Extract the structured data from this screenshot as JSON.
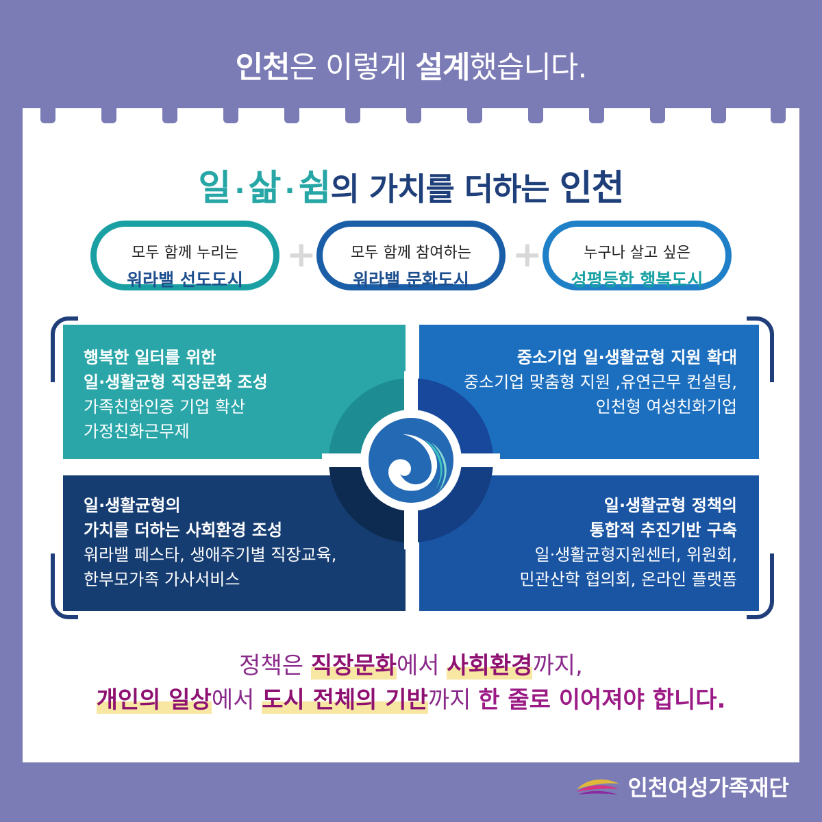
{
  "header": {
    "title_part1": "인천",
    "title_part2": "은 이렇게 ",
    "title_part3": "설계",
    "title_part4": "했습니다."
  },
  "heading": {
    "w1": "일",
    "w2": "삶",
    "w3": "쉼",
    "sep": "·",
    "middle": "의 가치를 더하는 ",
    "end": "인천"
  },
  "pills": [
    {
      "line1": "모두 함께 누리는",
      "line2": "워라밸 선도도시",
      "color": "#1aa0a3"
    },
    {
      "line1": "모두 함께 참여하는",
      "line2": "워라밸 문화도시",
      "color": "#1b5ea8"
    },
    {
      "line1": "누구나 살고 싶은",
      "line2": "성평등한 행복도시",
      "color": "#1f7fc7"
    }
  ],
  "plus_sign": "+",
  "quadrants": {
    "top_left": {
      "title1": "행복한 일터를 위한",
      "title2": "일·생활균형 직장문화 조성",
      "desc1": "가족친화인증 기업 확산",
      "desc2": "가정친화근무제",
      "color": "#2aa6a9"
    },
    "top_right": {
      "title1": "중소기업 일·생활균형 지원 확대",
      "desc1": "중소기업 맞춤형 지원 ,유연근무 컨설팅,",
      "desc2": "인천형 여성친화기업",
      "color": "#1c6fbf"
    },
    "bottom_left": {
      "title1": "일·생활균형의",
      "title2": "가치를 더하는 사회환경 조성",
      "desc1": "워라밸 페스타, 생애주기별 직장교육,",
      "desc2": "한부모가족 가사서비스",
      "color": "#163d72"
    },
    "bottom_right": {
      "title1": "일·생활균형 정책의",
      "title2": "통합적 추진기반 구축",
      "desc1": "일·생활균형지원센터, 위원회,",
      "desc2": "민관산학 협의회, 온라인 플랫폼",
      "color": "#1a55a3"
    }
  },
  "closing": {
    "l1a": "정책은 ",
    "l1b": "직장문화",
    "l1c": "에서 ",
    "l1d": "사회환경",
    "l1e": "까지,",
    "l2a": "개인의 일상",
    "l2b": "에서 ",
    "l2c": "도시 전체의 기반",
    "l2d": "까지 ",
    "l2e": "한 줄로 이어져야 합니다."
  },
  "footer": {
    "org_name": "인천여성가족재단"
  }
}
